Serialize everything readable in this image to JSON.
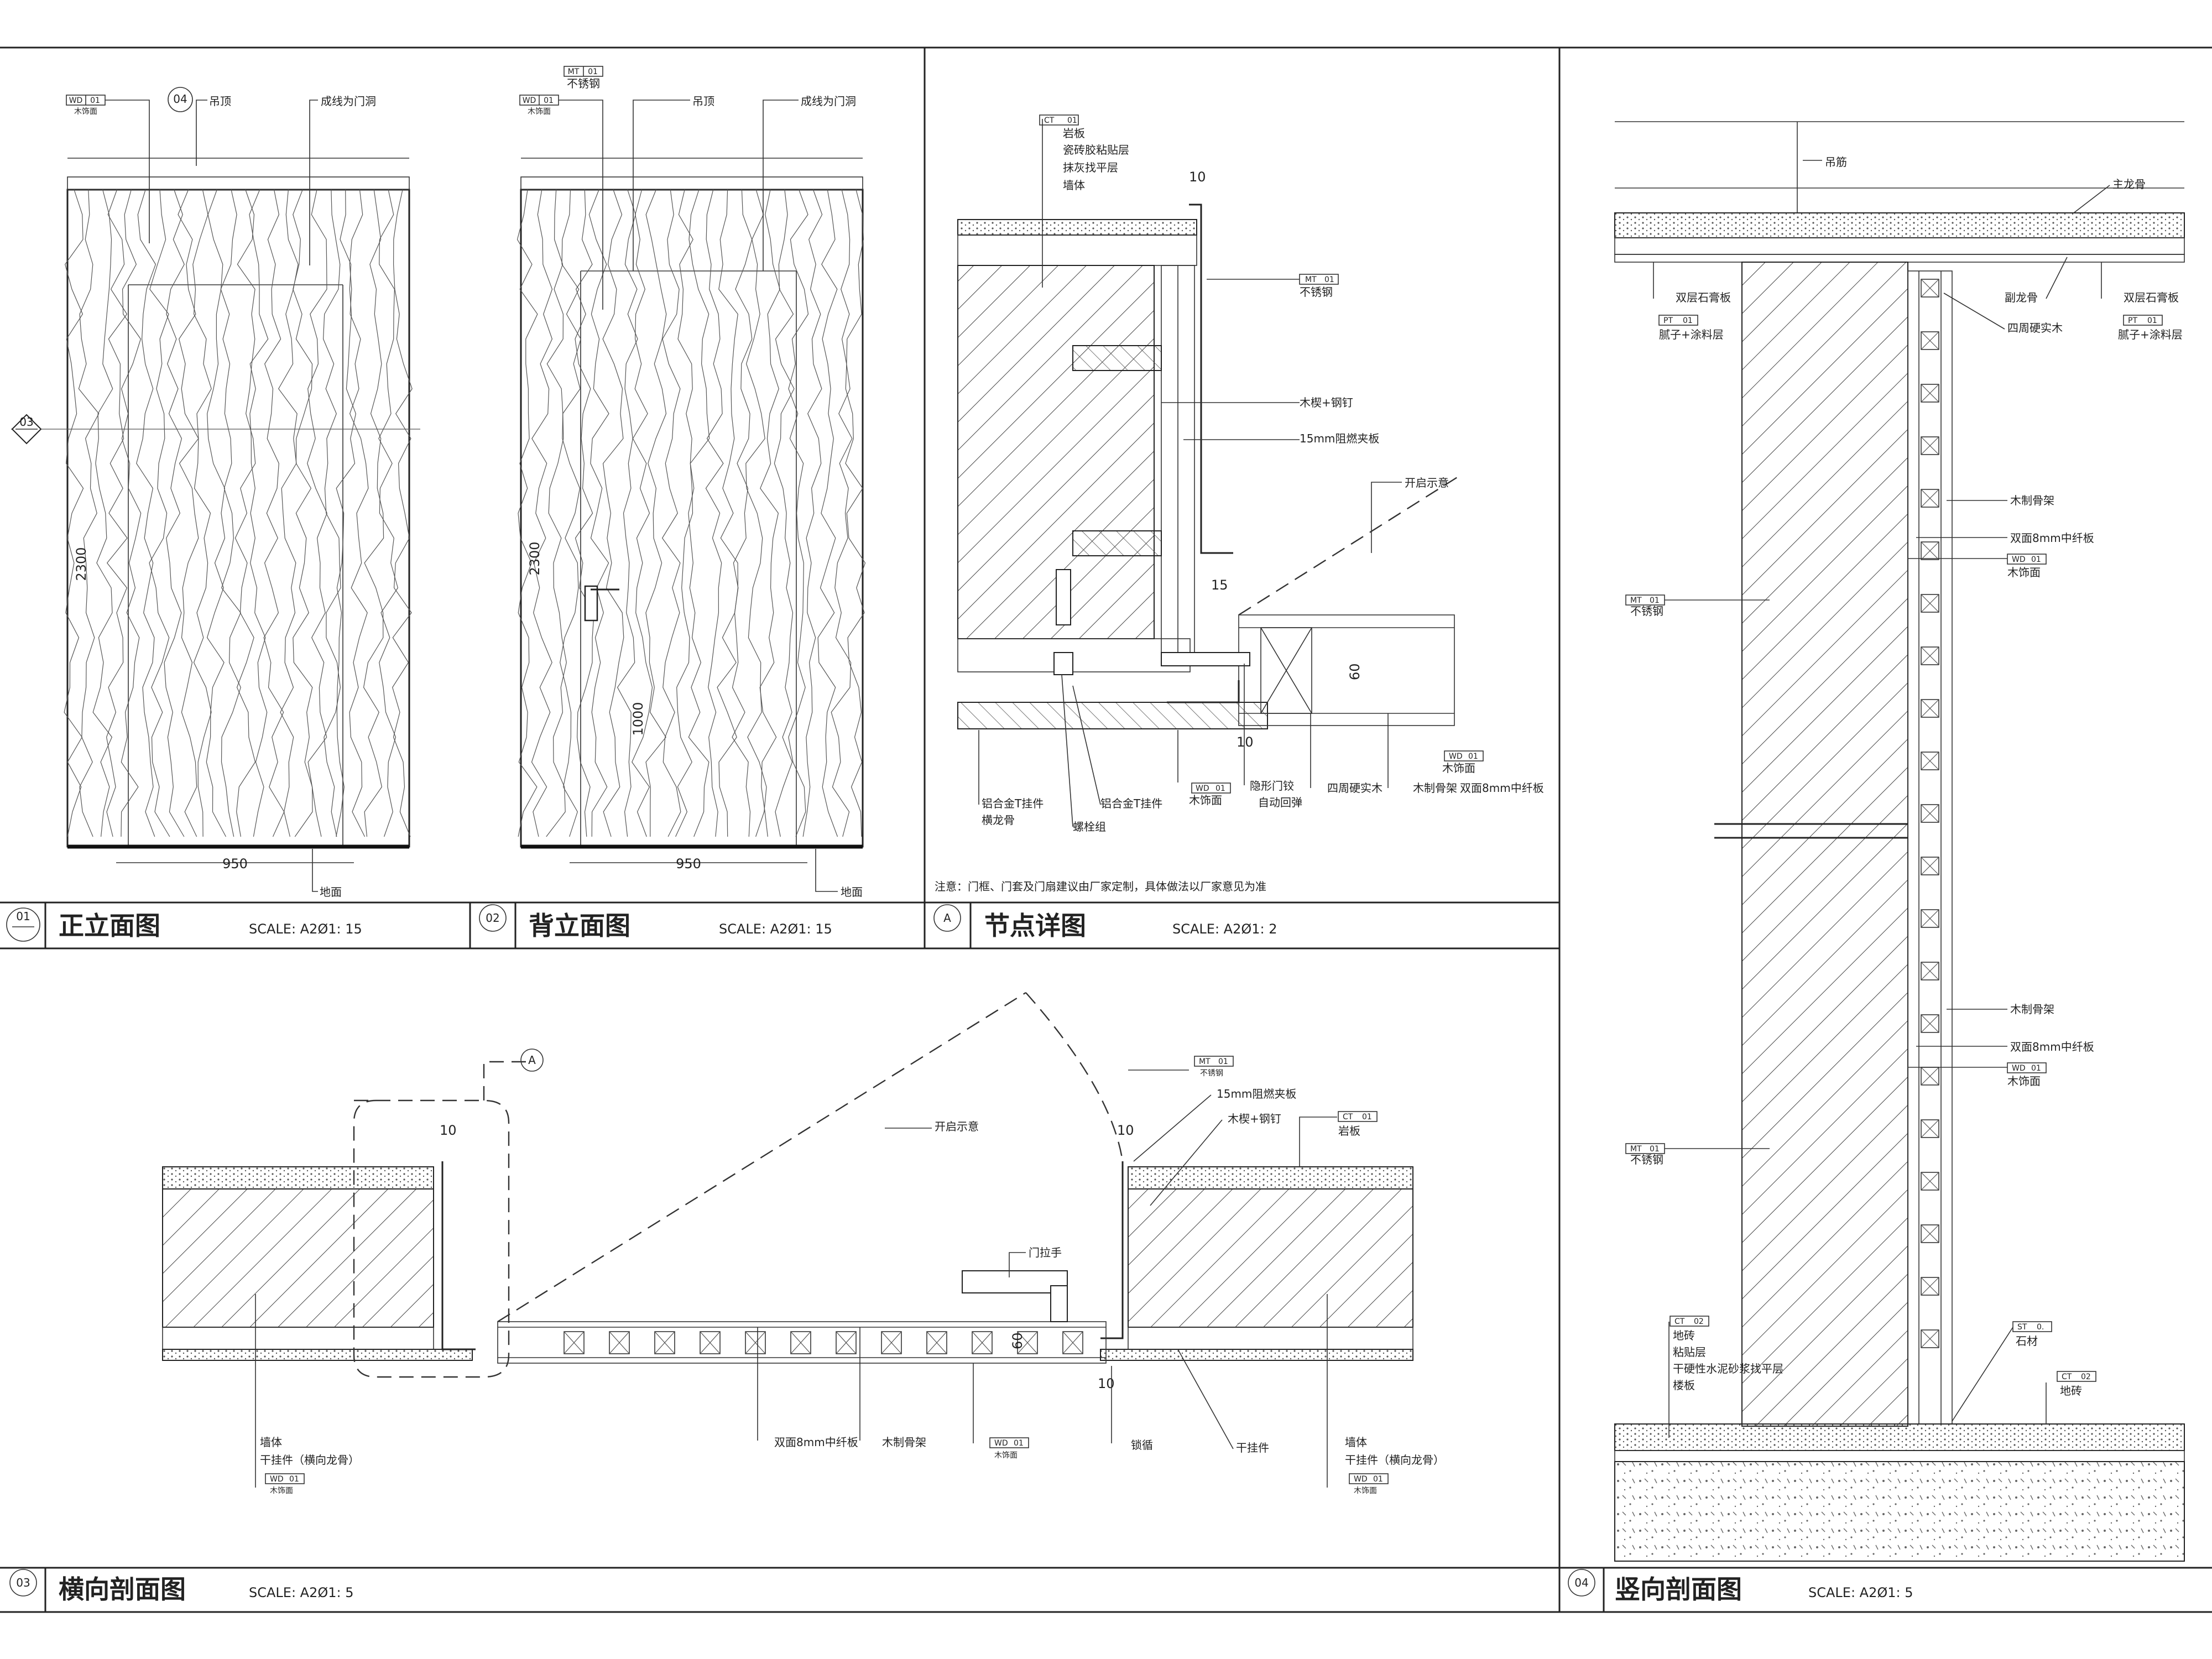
{
  "panels": {
    "p01": {
      "num": "01",
      "title": "正立面图",
      "scale": "SCALE: A2Ø1: 15"
    },
    "p02": {
      "num": "02",
      "title": "背立面图",
      "scale": "SCALE: A2Ø1: 15"
    },
    "pA": {
      "num": "A",
      "title": "节点详图",
      "scale": "SCALE: A2Ø1: 2"
    },
    "p03": {
      "num": "03",
      "title": "横向剖面图",
      "scale": "SCALE: A2Ø1: 5"
    },
    "p04": {
      "num": "04",
      "title": "竖向剖面图",
      "scale": "SCALE: A2Ø1: 5"
    }
  },
  "elev1": {
    "tag_code": "WD",
    "tag_num": "01",
    "tag_name": "木饰面",
    "ceiling": "吊顶",
    "note": "成线为门洞",
    "floor": "地面",
    "width": "950",
    "height": "2300",
    "marker_03": "03",
    "marker_04": "04"
  },
  "elev2": {
    "tag1_code": "MT",
    "tag1_num": "01",
    "tag1_name": "不锈钢",
    "tag2_code": "WD",
    "tag2_num": "01",
    "tag2_name": "木饰面",
    "ceiling": "吊顶",
    "note": "成线为门洞",
    "floor": "地面",
    "width": "950",
    "height": "2300",
    "handle_h": "1000"
  },
  "detailA": {
    "ct_code": "CT",
    "ct_num": "01",
    "ct_name": "岩板",
    "layers": [
      "瓷砖胶粘贴层",
      "抹灰找平层",
      "墙体"
    ],
    "mt_code": "MT",
    "mt_num": "01",
    "mt_name": "不锈钢",
    "wedge": "木楔+钢钉",
    "board": "15mm阻燃夹板",
    "open": "开启示意",
    "d10": "10",
    "d15": "15",
    "d60": "60",
    "d10b": "10",
    "wd_code": "WD",
    "wd_num": "01",
    "wd_name": "木饰面",
    "b1": "铝合金T挂件",
    "b1b": "横龙骨",
    "b2": "铝合金T挂件",
    "b3": "螺栓组",
    "wd2_code": "WD",
    "wd2_num": "01",
    "wd2_name": "木饰面",
    "b4": "隐形门铰",
    "b4b": "自动回弹",
    "b5": "四周硬实木",
    "b6": "木制骨架",
    "b7": "双面8mm中纤板",
    "note": "注意：门框、门套及门扇建议由厂家定制，具体做法以厂家意见为准"
  },
  "sec03": {
    "callout": "A",
    "open": "开启示意",
    "mt_code": "MT",
    "mt_num": "01",
    "mt_name": "不锈钢",
    "board": "15mm阻燃夹板",
    "wedge": "木楔+钢钉",
    "ct_code": "CT",
    "ct_num": "01",
    "ct_name": "岩板",
    "handle": "门拉手",
    "d10a": "10",
    "d10b": "10",
    "d60": "60",
    "d10c": "10",
    "wall": "墙体",
    "hanger": "干挂件（横向龙骨）",
    "wd_code": "WD",
    "wd_num": "01",
    "wd_name": "木饰面",
    "mid1": "双面8mm中纤板",
    "mid2": "木制骨架",
    "wd2_code": "WD",
    "wd2_num": "01",
    "wd2_name": "木饰面",
    "lock": "锁循",
    "hook": "干挂件",
    "wall2": "墙体",
    "hanger2": "干挂件（横向龙骨）",
    "wd3_code": "WD",
    "wd3_num": "01",
    "wd3_name": "木饰面"
  },
  "sec04": {
    "rod": "吊筋",
    "main": "主龙骨",
    "gyp1": "双层石膏板",
    "pt1_code": "PT",
    "pt1_num": "01",
    "pt1_name": "腻子+涂料层",
    "sub": "副龙骨",
    "gyp2": "双层石膏板",
    "pt2_code": "PT",
    "pt2_num": "01",
    "pt2_name": "腻子+涂料层",
    "solid": "四周硬实木",
    "frame1": "木制骨架",
    "mdf1": "双面8mm中纤板",
    "wd1_code": "WD",
    "wd1_num": "01",
    "wd1_name": "木饰面",
    "mt1_code": "MT",
    "mt1_num": "01",
    "mt1_name": "不锈钢",
    "frame2": "木制骨架",
    "mdf2": "双面8mm中纤板",
    "wd2_code": "WD",
    "wd2_num": "01",
    "wd2_name": "木饰面",
    "mt2_code": "MT",
    "mt2_num": "01",
    "mt2_name": "不锈钢",
    "ct1_code": "CT",
    "ct1_num": "02",
    "ct1_name": "地砖",
    "floor_layers": [
      "粘贴层",
      "干硬性水泥砂浆找平层",
      "楼板"
    ],
    "st_code": "ST",
    "st_num": "0.",
    "st_name": "石材",
    "ct2_code": "CT",
    "ct2_num": "02",
    "ct2_name": "地砖"
  },
  "colors": {
    "line": "#222222",
    "paper": "#ffffff"
  }
}
